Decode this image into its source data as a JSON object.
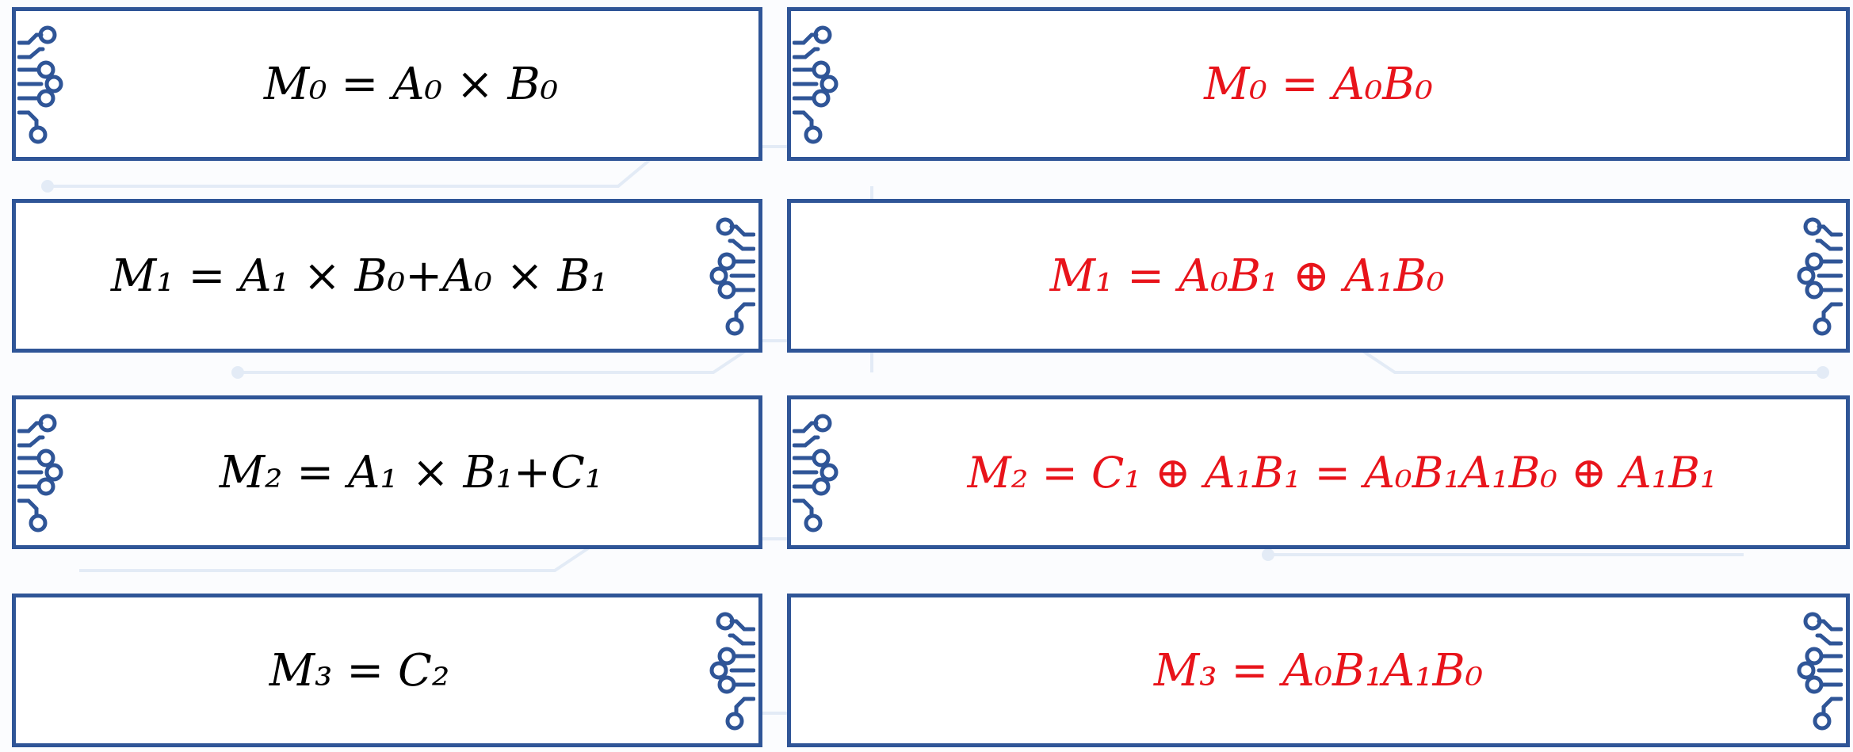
{
  "colors": {
    "border": "#2f5597",
    "icon": "#2f5597",
    "left_text": "#000000",
    "right_text": "#e8141b"
  },
  "rows": [
    {
      "left": "M₀ =  A₀ × B₀",
      "right": "M₀ = A₀B₀"
    },
    {
      "left": "M₁ =  A₁  × B₀+A₀ × B₁",
      "right": "M₁ = A₀B₁ ⊕ A₁B₀"
    },
    {
      "left": "M₂ =  A₁  × B₁+C₁",
      "right": "M₂ = C₁ ⊕ A₁B₁ = A₀B₁A₁B₀ ⊕ A₁B₁"
    },
    {
      "left": "M₃ =  C₂",
      "right": "M₃ = A₀B₁A₁B₀"
    }
  ],
  "icons": {
    "left_boxes": [
      "circuit-icon",
      "circuit-icon",
      "circuit-icon",
      "circuit-icon"
    ],
    "right_boxes": [
      "circuit-icon",
      "circuit-icon",
      "circuit-icon",
      "circuit-icon"
    ]
  }
}
